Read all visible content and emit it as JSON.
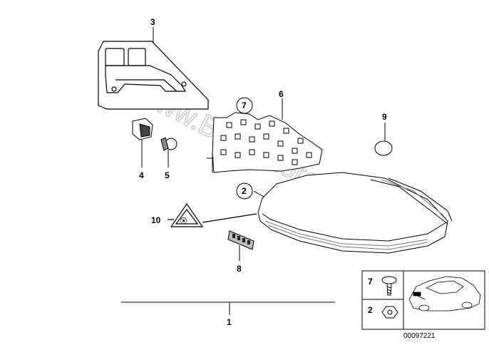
{
  "watermark": "www.BMWstore.pl",
  "callouts": {
    "c1": "1",
    "c2": "2",
    "c3": "3",
    "c4": "4",
    "c5": "5",
    "c6": "6",
    "c7": "7",
    "c8": "8",
    "c9": "9",
    "c10": "10"
  },
  "inset": {
    "row_7_label": "7",
    "row_2_label": "2",
    "part_number": "00097221"
  }
}
